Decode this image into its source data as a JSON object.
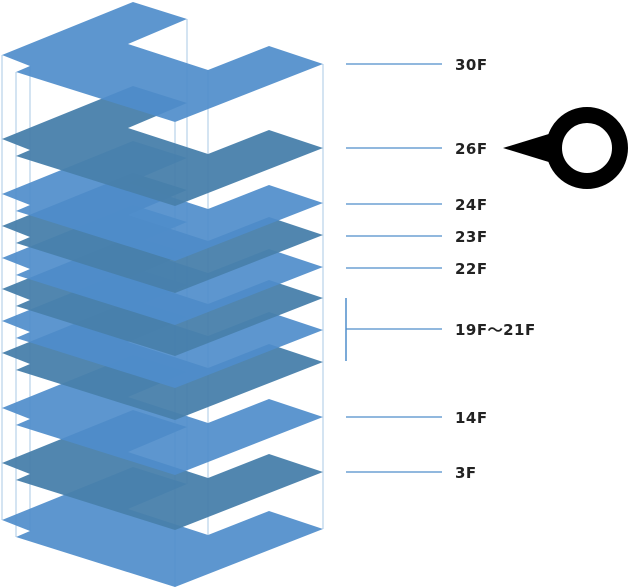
{
  "diagram": {
    "title": "Building floor stack",
    "colors": {
      "floor_light": "#4f8dcb",
      "floor_dark": "#4880ab",
      "column_line": "#a9c8e6",
      "leader_line": "#4f8dcb",
      "label_text": "#222222",
      "marker": "#000000"
    },
    "floors": [
      {
        "id": "30F",
        "tone": "light",
        "labeled": true
      },
      {
        "id": "26F",
        "tone": "dark",
        "labeled": true
      },
      {
        "id": "24F",
        "tone": "light",
        "labeled": true
      },
      {
        "id": "23F",
        "tone": "dark",
        "labeled": true
      },
      {
        "id": "22F",
        "tone": "light",
        "labeled": true
      },
      {
        "id": "21F",
        "tone": "dark",
        "labeled": false
      },
      {
        "id": "20F",
        "tone": "light",
        "labeled": false
      },
      {
        "id": "19F",
        "tone": "dark",
        "labeled": false
      },
      {
        "id": "14F",
        "tone": "light",
        "labeled": true
      },
      {
        "id": "3F",
        "tone": "dark",
        "labeled": true
      },
      {
        "id": "base",
        "tone": "light",
        "labeled": false
      }
    ],
    "labels": [
      {
        "text": "30F",
        "floor": "30F"
      },
      {
        "text": "26F",
        "floor": "26F"
      },
      {
        "text": "24F",
        "floor": "24F"
      },
      {
        "text": "23F",
        "floor": "23F"
      },
      {
        "text": "22F",
        "floor": "22F"
      },
      {
        "text": "19F～21F",
        "floor": "19F-21F",
        "bracket": true
      },
      {
        "text": "14F",
        "floor": "14F"
      },
      {
        "text": "3F",
        "floor": "3F"
      }
    ],
    "marker": {
      "icon": "location-pin-icon",
      "points_to": "26F"
    }
  }
}
